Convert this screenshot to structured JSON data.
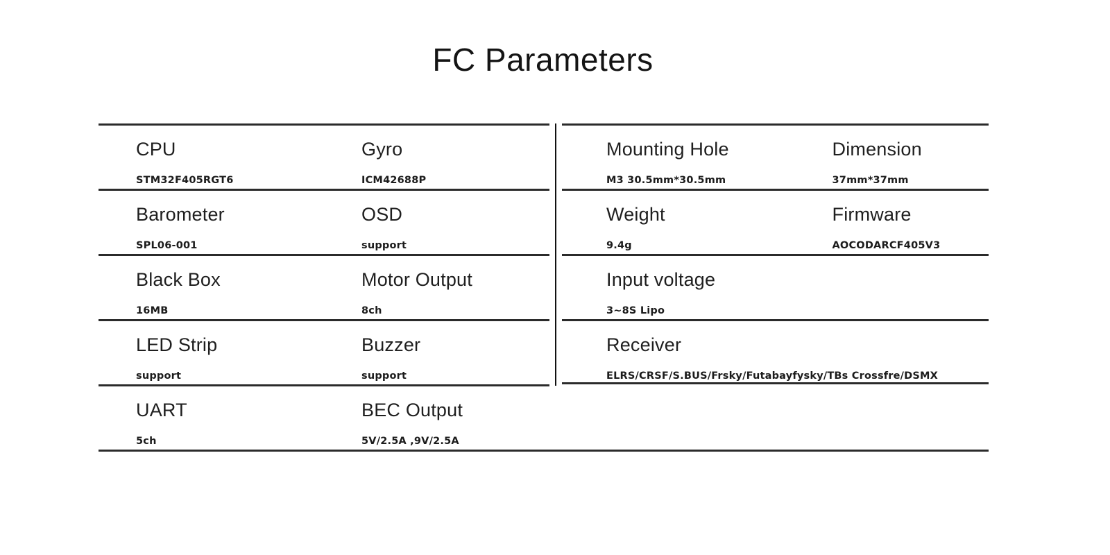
{
  "page": {
    "title": "FC Parameters"
  },
  "colors": {
    "background": "#ffffff",
    "text": "#1c1c1c",
    "rule_line": "#2b2b2b"
  },
  "spec_tables": {
    "left": {
      "rows": [
        {
          "cells": [
            {
              "label": "CPU",
              "value": "STM32F405RGT6"
            },
            {
              "label": "Gyro",
              "value": "ICM42688P"
            }
          ]
        },
        {
          "cells": [
            {
              "label": "Barometer",
              "value": "SPL06-001"
            },
            {
              "label": "OSD",
              "value": "support"
            }
          ]
        },
        {
          "cells": [
            {
              "label": "Black Box",
              "value": "16MB"
            },
            {
              "label": "Motor Output",
              "value": "8ch"
            }
          ]
        },
        {
          "cells": [
            {
              "label": "LED Strip",
              "value": "support"
            },
            {
              "label": "Buzzer",
              "value": "support"
            }
          ]
        },
        {
          "cells": [
            {
              "label": "UART",
              "value": "5ch"
            },
            {
              "label": "BEC Output",
              "value": "5V/2.5A ,9V/2.5A"
            }
          ]
        }
      ]
    },
    "right": {
      "rows": [
        {
          "cells": [
            {
              "label": "Mounting Hole",
              "value": "M3 30.5mm*30.5mm"
            },
            {
              "label": "Dimension",
              "value": "37mm*37mm"
            }
          ]
        },
        {
          "cells": [
            {
              "label": "Weight",
              "value": "9.4g"
            },
            {
              "label": "Firmware",
              "value": "AOCODARCF405V3"
            }
          ]
        },
        {
          "cells": [
            {
              "label": "Input voltage",
              "value": "3~8S Lipo"
            }
          ]
        },
        {
          "cells": [
            {
              "label": "Receiver",
              "value": "ELRS/CRSF/S.BUS/Frsky/Futabayfysky/TBs Crossfre/DSMX"
            }
          ]
        }
      ]
    }
  }
}
